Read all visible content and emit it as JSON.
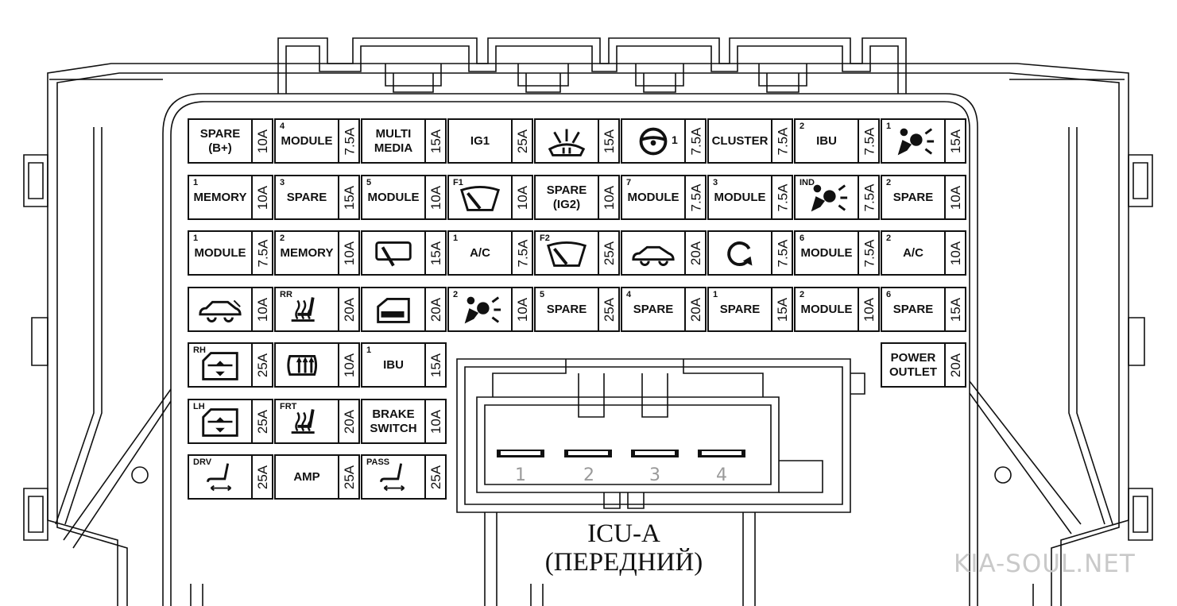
{
  "connector": {
    "name": "ICU-A",
    "subtitle": "(ПЕРЕДНИЙ)",
    "pins": [
      "1",
      "2",
      "3",
      "4"
    ]
  },
  "watermark": "KIA-SOUL.NET",
  "fuses": [
    {
      "row": 0,
      "col": 0,
      "label": "SPARE\n(B+)",
      "amp": "10A"
    },
    {
      "row": 0,
      "col": 1,
      "sup": "4",
      "label": "MODULE",
      "amp": "7.5A"
    },
    {
      "row": 0,
      "col": 2,
      "label": "MULTI\nMEDIA",
      "amp": "15A"
    },
    {
      "row": 0,
      "col": 3,
      "label": "IG1",
      "amp": "25A"
    },
    {
      "row": 0,
      "col": 4,
      "icon": "washer-icon",
      "amp": "15A"
    },
    {
      "row": 0,
      "col": 5,
      "icon": "steering-wheel-icon",
      "icon_num": "1",
      "amp": "7.5A"
    },
    {
      "row": 0,
      "col": 6,
      "label": "CLUSTER",
      "amp": "7.5A"
    },
    {
      "row": 0,
      "col": 7,
      "sup": "2",
      "label": "IBU",
      "amp": "7.5A"
    },
    {
      "row": 0,
      "col": 8,
      "sup": "1",
      "icon": "airbag-icon",
      "amp": "15A"
    },
    {
      "row": 1,
      "col": 0,
      "sup": "1",
      "label": "MEMORY",
      "amp": "10A"
    },
    {
      "row": 1,
      "col": 1,
      "sup": "3",
      "label": "SPARE",
      "amp": "15A"
    },
    {
      "row": 1,
      "col": 2,
      "sup": "5",
      "label": "MODULE",
      "amp": "10A"
    },
    {
      "row": 1,
      "col": 3,
      "sup": "F1",
      "icon": "wiper-icon",
      "amp": "10A"
    },
    {
      "row": 1,
      "col": 4,
      "label": "SPARE\n(IG2)",
      "amp": "10A"
    },
    {
      "row": 1,
      "col": 5,
      "sup": "7",
      "label": "MODULE",
      "amp": "7.5A"
    },
    {
      "row": 1,
      "col": 6,
      "sup": "3",
      "label": "MODULE",
      "amp": "7.5A"
    },
    {
      "row": 1,
      "col": 7,
      "sup": "IND",
      "icon": "airbag-icon",
      "amp": "7.5A"
    },
    {
      "row": 1,
      "col": 8,
      "sup": "2",
      "label": "SPARE",
      "amp": "10A"
    },
    {
      "row": 2,
      "col": 0,
      "sup": "1",
      "label": "MODULE",
      "amp": "7.5A"
    },
    {
      "row": 2,
      "col": 1,
      "sup": "2",
      "label": "MEMORY",
      "amp": "10A"
    },
    {
      "row": 2,
      "col": 2,
      "icon": "sunroof-icon",
      "amp": "15A"
    },
    {
      "row": 2,
      "col": 3,
      "sup": "1",
      "label": "A/C",
      "amp": "7.5A"
    },
    {
      "row": 2,
      "col": 4,
      "sup": "F2",
      "icon": "wiper-icon",
      "amp": "25A"
    },
    {
      "row": 2,
      "col": 5,
      "icon": "convertible-car-icon",
      "amp": "20A"
    },
    {
      "row": 2,
      "col": 6,
      "icon": "rotation-icon",
      "amp": "7.5A"
    },
    {
      "row": 2,
      "col": 7,
      "sup": "6",
      "label": "MODULE",
      "amp": "7.5A"
    },
    {
      "row": 2,
      "col": 8,
      "sup": "2",
      "label": "A/C",
      "amp": "10A"
    },
    {
      "row": 3,
      "col": 0,
      "icon": "tailgate-car-icon",
      "amp": "10A"
    },
    {
      "row": 3,
      "col": 1,
      "sup": "RR",
      "icon": "seat-heater-icon",
      "amp": "20A"
    },
    {
      "row": 3,
      "col": 2,
      "icon": "door-lock-icon",
      "amp": "20A"
    },
    {
      "row": 3,
      "col": 3,
      "sup": "2",
      "icon": "airbag-icon",
      "amp": "10A"
    },
    {
      "row": 3,
      "col": 4,
      "sup": "5",
      "label": "SPARE",
      "amp": "25A"
    },
    {
      "row": 3,
      "col": 5,
      "sup": "4",
      "label": "SPARE",
      "amp": "20A"
    },
    {
      "row": 3,
      "col": 6,
      "sup": "1",
      "label": "SPARE",
      "amp": "15A"
    },
    {
      "row": 3,
      "col": 7,
      "sup": "2",
      "label": "MODULE",
      "amp": "10A"
    },
    {
      "row": 3,
      "col": 8,
      "sup": "6",
      "label": "SPARE",
      "amp": "15A"
    },
    {
      "row": 4,
      "col": 0,
      "sup": "RH",
      "icon": "power-window-icon",
      "amp": "25A"
    },
    {
      "row": 4,
      "col": 1,
      "icon": "rear-defrost-icon",
      "amp": "10A"
    },
    {
      "row": 4,
      "col": 2,
      "sup": "1",
      "label": "IBU",
      "amp": "15A"
    },
    {
      "row": 4,
      "col": 8,
      "label": "POWER\nOUTLET",
      "amp": "20A"
    },
    {
      "row": 5,
      "col": 0,
      "sup": "LH",
      "icon": "power-window-icon",
      "amp": "25A"
    },
    {
      "row": 5,
      "col": 1,
      "sup": "FRT",
      "icon": "seat-heater-icon",
      "amp": "20A"
    },
    {
      "row": 5,
      "col": 2,
      "label": "BRAKE\nSWITCH",
      "amp": "10A"
    },
    {
      "row": 6,
      "col": 0,
      "sup": "DRV",
      "icon": "power-seat-icon",
      "amp": "25A"
    },
    {
      "row": 6,
      "col": 1,
      "label": "AMP",
      "amp": "25A"
    },
    {
      "row": 6,
      "col": 2,
      "sup": "PASS",
      "icon": "power-seat-icon",
      "amp": "25A"
    }
  ]
}
